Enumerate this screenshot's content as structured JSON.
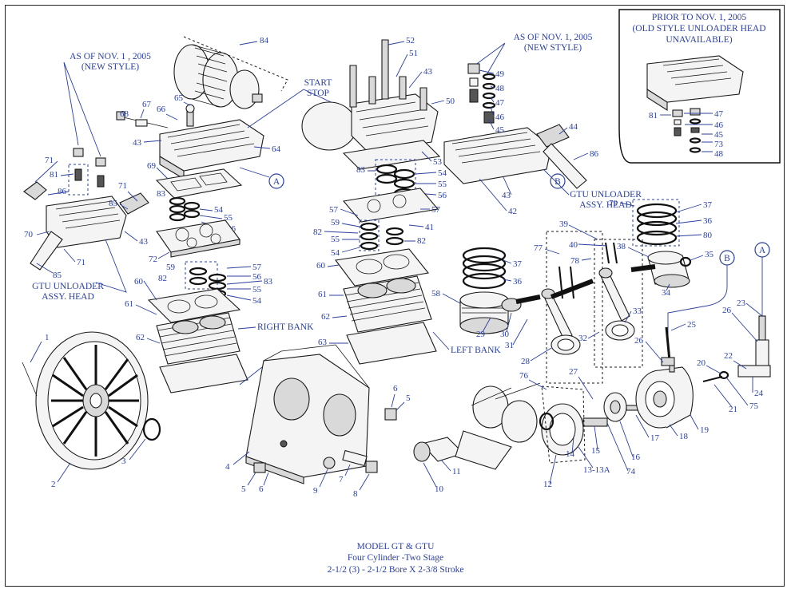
{
  "footer": {
    "model": "MODEL GT & GTU",
    "config": "Four Cylinder -Two Stage",
    "bore": "2-1/2 (3) - 2-1/2 Bore X 2-3/8 Stroke"
  },
  "inset": {
    "line1": "PRIOR TO NOV. 1, 2005",
    "line2": "(OLD STYLE UNLOADER HEAD",
    "line3": "UNAVAILABLE)"
  },
  "notes": {
    "new_style_left_1": "AS OF NOV. 1 , 2005",
    "new_style_left_2": "(NEW STYLE)",
    "new_style_right_1": "AS OF NOV. 1, 2005",
    "new_style_right_2": "(NEW STYLE)",
    "start_stop_1": "START",
    "start_stop_2": "STOP",
    "gtu_left_1": "GTU UNLOADER",
    "gtu_left_2": "ASSY. HEAD",
    "gtu_right_1": "GTU UNLOADER",
    "gtu_right_2": "ASSY. HEAD",
    "right_bank": "RIGHT BANK",
    "left_bank": "LEFT BANK"
  },
  "callout_letters": {
    "a": "A",
    "b": "B"
  },
  "part_numbers": {
    "p1": "1",
    "p2": "2",
    "p3": "3",
    "p4": "4",
    "p5": "5",
    "p6": "6",
    "p7": "7",
    "p8": "8",
    "p9": "9",
    "p10": "10",
    "p11": "11",
    "p12": "12",
    "p13": "13-13A",
    "p14": "14",
    "p15": "15",
    "p16": "16",
    "p17": "17",
    "p18": "18",
    "p19": "19",
    "p20": "20",
    "p21": "21",
    "p22": "22",
    "p23": "23",
    "p24": "24",
    "p25": "25",
    "p26": "26",
    "p27": "27",
    "p28": "28",
    "p29": "29",
    "p30": "30",
    "p31": "31",
    "p32": "32",
    "p33": "33",
    "p34": "34",
    "p35": "35",
    "p36": "36",
    "p37": "37",
    "p38": "38",
    "p39": "39",
    "p40": "40",
    "p41": "41",
    "p42": "42",
    "p43": "43",
    "p44": "44",
    "p45": "45",
    "p46": "46",
    "p47": "47",
    "p48": "48",
    "p49": "49",
    "p50": "50",
    "p51": "51",
    "p52": "52",
    "p53": "53",
    "p54": "54",
    "p55": "55",
    "p56": "56",
    "p57": "57",
    "p58": "58",
    "p59": "59",
    "p60": "60",
    "p61": "61",
    "p62": "62",
    "p63": "63",
    "p64": "64",
    "p65": "65",
    "p66": "66",
    "p67": "67",
    "p68": "68",
    "p69": "69",
    "p70": "70",
    "p71": "71",
    "p72": "72",
    "p73": "73",
    "p74": "74",
    "p75": "75",
    "p76": "76",
    "p77": "77",
    "p78": "78",
    "p79": "79",
    "p80": "80",
    "p81": "81",
    "p82": "82",
    "p83": "83",
    "p84": "84",
    "p85": "85",
    "p86": "86"
  }
}
